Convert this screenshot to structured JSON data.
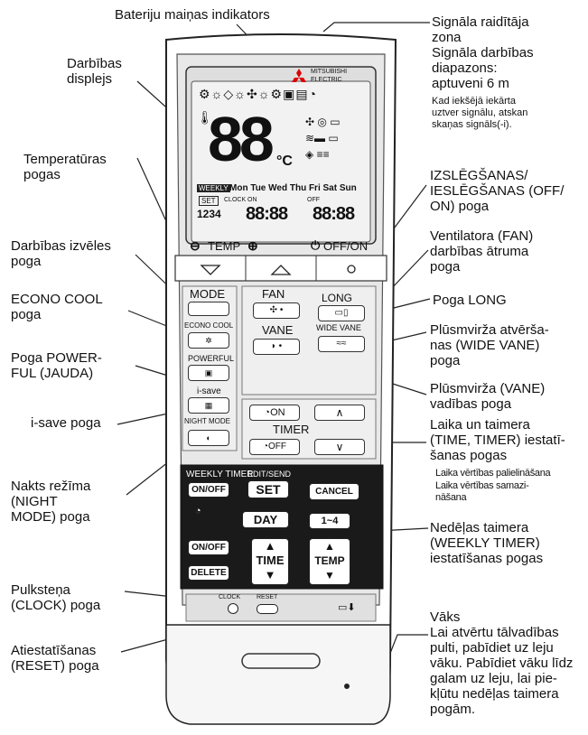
{
  "labels": {
    "battery": "Bateriju maiņas indikators",
    "display": [
      "Darbības",
      "displejs"
    ],
    "temp_buttons": [
      "Temperatūras",
      "pogas"
    ],
    "mode_button": [
      "Darbības izvēles",
      "poga"
    ],
    "econo_cool": [
      "ECONO COOL",
      "poga"
    ],
    "powerful": [
      "Poga POWER-",
      "FUL (JAUDA)"
    ],
    "isave": "i-save poga",
    "night_mode": [
      "Nakts režīma",
      "(NIGHT",
      "MODE) poga"
    ],
    "clock": [
      "Pulksteņa",
      "(CLOCK) poga"
    ],
    "reset": [
      "Atiestatīšanas",
      "(RESET) poga"
    ],
    "signal": [
      "Signāla raidītāja",
      "zona",
      "Signāla darbības",
      "diapazons:",
      "aptuveni 6 m"
    ],
    "signal_note": [
      "Kad iekšējā iekārta",
      "uztver signālu, atskan",
      "skaņas signāls(-i)."
    ],
    "off_on": [
      "IZSLĒGŠANAS/",
      "IESLĒGŠANAS (OFF/",
      "ON) poga"
    ],
    "fan": [
      "Ventilatora (FAN)",
      "darbības ātruma",
      "poga"
    ],
    "long": "Poga LONG",
    "wide_vane": [
      "Plūsmvirža atvērša-",
      "nas (WIDE VANE)",
      "poga"
    ],
    "vane": [
      "Plūsmvirža (VANE)",
      "vadības poga"
    ],
    "timer": [
      "Laika un taimera",
      "(TIME, TIMER) iestatī-",
      "šanas pogas"
    ],
    "timer_up": "Laika vērtības palielināšana",
    "timer_down": [
      "Laika vērtības samazi-",
      "nāšana"
    ],
    "weekly": [
      "Nedēļas taimera",
      "(WEEKLY TIMER)",
      "iestatīšanas pogas"
    ],
    "cover": [
      "Vāks",
      "Lai atvērtu tālvadības",
      "pulti, pabīdiet uz leju",
      "vāku. Pabīdiet vāku līdz",
      "galam uz leju, lai pie-",
      "kļūtu nedēļas taimera",
      "pogām."
    ]
  },
  "remote": {
    "brand": [
      "MITSUBISHI",
      "ELECTRIC"
    ],
    "big_digits": "88",
    "unit": "°C",
    "days": "Mon Tue Wed Thu Fri Sat Sun",
    "weekly_tag": "WEEKLY",
    "set_tag": "SET",
    "clock_on": "CLOCK ON",
    "off_tag": "OFF",
    "prog": "1234",
    "time_digits": "88:88",
    "time_digits2": "88:88",
    "temp": "TEMP",
    "off_on": "OFF/ON",
    "mode": "MODE",
    "econo_cool": "ECONO COOL",
    "powerful": "POWERFUL",
    "isave": "i-save",
    "night_mode": "NIGHT MODE",
    "fan": "FAN",
    "vane": "VANE",
    "long": "LONG",
    "wide_vane": "WIDE VANE",
    "on": "ON",
    "off": "OFF",
    "timer": "TIMER",
    "weekly_timer": "WEEKLY TIMER",
    "on_off": "ON/OFF",
    "edit_send": "EDIT/SEND",
    "set": "SET",
    "cancel": "CANCEL",
    "day": "DAY",
    "range": "1~4",
    "on_off2": "ON/OFF",
    "delete": "DELETE",
    "time": "TIME",
    "temp2": "TEMP",
    "clock": "CLOCK",
    "reset": "RESET"
  }
}
